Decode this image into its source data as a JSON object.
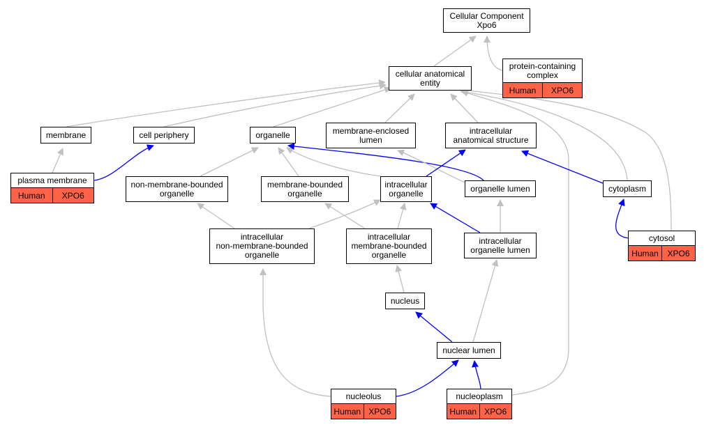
{
  "colors": {
    "is_a_edge": "#c0c0c0",
    "part_of_edge": "#0000ff",
    "annotation_fill": "#ff6347"
  },
  "nodes": {
    "root": {
      "label": "Cellular Component\nXpo6"
    },
    "cae": {
      "label": "cellular anatomical\nentity"
    },
    "pcc": {
      "label": "protein-containing\ncomplex",
      "annotation": {
        "species": "Human",
        "gene": "XPO6"
      }
    },
    "membrane": {
      "label": "membrane"
    },
    "cell_periphery": {
      "label": "cell periphery"
    },
    "organelle": {
      "label": "organelle"
    },
    "mem_enclosed_lumen": {
      "label": "membrane-enclosed\nlumen"
    },
    "ias": {
      "label": "intracellular\nanatomical structure"
    },
    "plasma_membrane": {
      "label": "plasma membrane",
      "annotation": {
        "species": "Human",
        "gene": "XPO6"
      }
    },
    "nmbo": {
      "label": "non-membrane-bounded\norganelle"
    },
    "mbo": {
      "label": "membrane-bounded\norganelle"
    },
    "io": {
      "label": "intracellular\norganelle"
    },
    "organelle_lumen": {
      "label": "organelle lumen"
    },
    "cytoplasm": {
      "label": "cytoplasm"
    },
    "inmbo": {
      "label": "intracellular\nnon-membrane-bounded\norganelle"
    },
    "imbo": {
      "label": "intracellular\nmembrane-bounded\norganelle"
    },
    "iol": {
      "label": "intracellular\norganelle lumen"
    },
    "cytosol": {
      "label": "cytosol",
      "annotation": {
        "species": "Human",
        "gene": "XPO6"
      }
    },
    "nucleus": {
      "label": "nucleus"
    },
    "nuclear_lumen": {
      "label": "nuclear lumen"
    },
    "nucleolus": {
      "label": "nucleolus",
      "annotation": {
        "species": "Human",
        "gene": "XPO6"
      }
    },
    "nucleoplasm": {
      "label": "nucleoplasm",
      "annotation": {
        "species": "Human",
        "gene": "XPO6"
      }
    }
  },
  "edges": [
    {
      "from": "cae",
      "to": "root",
      "type": "is_a"
    },
    {
      "from": "pcc",
      "to": "root",
      "type": "is_a"
    },
    {
      "from": "membrane",
      "to": "cae",
      "type": "is_a"
    },
    {
      "from": "cell_periphery",
      "to": "cae",
      "type": "is_a"
    },
    {
      "from": "organelle",
      "to": "cae",
      "type": "is_a"
    },
    {
      "from": "mem_enclosed_lumen",
      "to": "cae",
      "type": "is_a"
    },
    {
      "from": "ias",
      "to": "cae",
      "type": "is_a"
    },
    {
      "from": "cytoplasm",
      "to": "cae",
      "type": "is_a"
    },
    {
      "from": "cytosol",
      "to": "cae",
      "type": "is_a"
    },
    {
      "from": "nucleoplasm",
      "to": "cae",
      "type": "is_a"
    },
    {
      "from": "plasma_membrane",
      "to": "membrane",
      "type": "is_a"
    },
    {
      "from": "plasma_membrane",
      "to": "cell_periphery",
      "type": "part_of"
    },
    {
      "from": "nmbo",
      "to": "organelle",
      "type": "is_a"
    },
    {
      "from": "mbo",
      "to": "organelle",
      "type": "is_a"
    },
    {
      "from": "io",
      "to": "organelle",
      "type": "is_a"
    },
    {
      "from": "organelle_lumen",
      "to": "organelle",
      "type": "part_of"
    },
    {
      "from": "organelle_lumen",
      "to": "mem_enclosed_lumen",
      "type": "is_a"
    },
    {
      "from": "io",
      "to": "ias",
      "type": "part_of"
    },
    {
      "from": "cytoplasm",
      "to": "ias",
      "type": "part_of"
    },
    {
      "from": "inmbo",
      "to": "nmbo",
      "type": "is_a"
    },
    {
      "from": "inmbo",
      "to": "io",
      "type": "is_a"
    },
    {
      "from": "imbo",
      "to": "mbo",
      "type": "is_a"
    },
    {
      "from": "imbo",
      "to": "io",
      "type": "is_a"
    },
    {
      "from": "iol",
      "to": "io",
      "type": "part_of"
    },
    {
      "from": "iol",
      "to": "organelle_lumen",
      "type": "is_a"
    },
    {
      "from": "cytosol",
      "to": "cytoplasm",
      "type": "part_of"
    },
    {
      "from": "nucleus",
      "to": "imbo",
      "type": "is_a"
    },
    {
      "from": "nuclear_lumen",
      "to": "nucleus",
      "type": "part_of"
    },
    {
      "from": "nuclear_lumen",
      "to": "iol",
      "type": "is_a"
    },
    {
      "from": "nucleolus",
      "to": "inmbo",
      "type": "is_a"
    },
    {
      "from": "nucleolus",
      "to": "nuclear_lumen",
      "type": "part_of"
    },
    {
      "from": "nucleoplasm",
      "to": "nuclear_lumen",
      "type": "part_of"
    }
  ]
}
